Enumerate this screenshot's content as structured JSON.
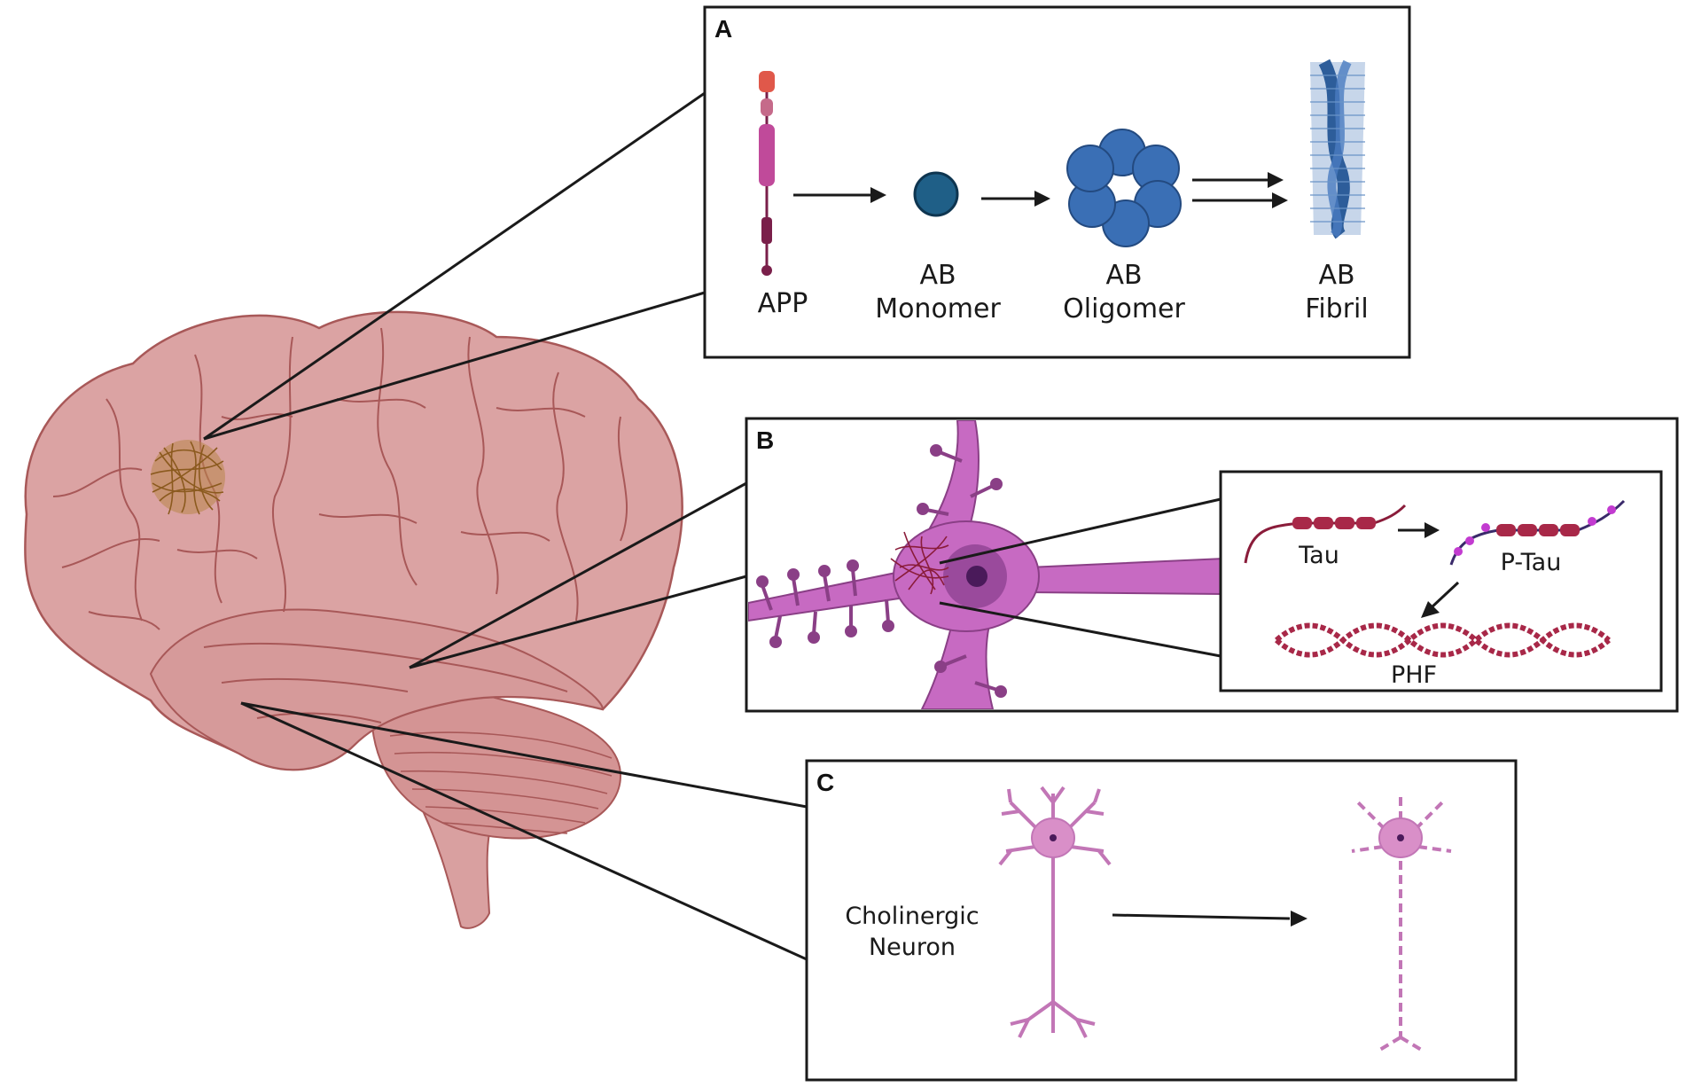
{
  "panel_a": {
    "letter": "A",
    "labels": {
      "app": "APP",
      "monomer_line1": "AB",
      "monomer_line2": "Monomer",
      "oligomer_line1": "AB",
      "oligomer_line2": "Oligomer",
      "fibril_line1": "AB",
      "fibril_line2": "Fibril"
    }
  },
  "panel_b": {
    "letter": "B",
    "labels": {
      "tau": "Tau",
      "ptau": "P-Tau",
      "phf": "PHF"
    }
  },
  "panel_c": {
    "letter": "C",
    "labels": {
      "neuron_line1": "Cholinergic",
      "neuron_line2": "Neuron"
    }
  },
  "colors": {
    "brain": "#d9a0a0",
    "brain_dark": "#a85858",
    "plaque": "#8b5a1e",
    "monomer": "#1f5f87",
    "oligomer": "#3a6fb5",
    "neuron": "#c76ac2",
    "tau": "#a82848",
    "phospho": "#c23bd0",
    "cholinergic": "#d98fc8"
  }
}
